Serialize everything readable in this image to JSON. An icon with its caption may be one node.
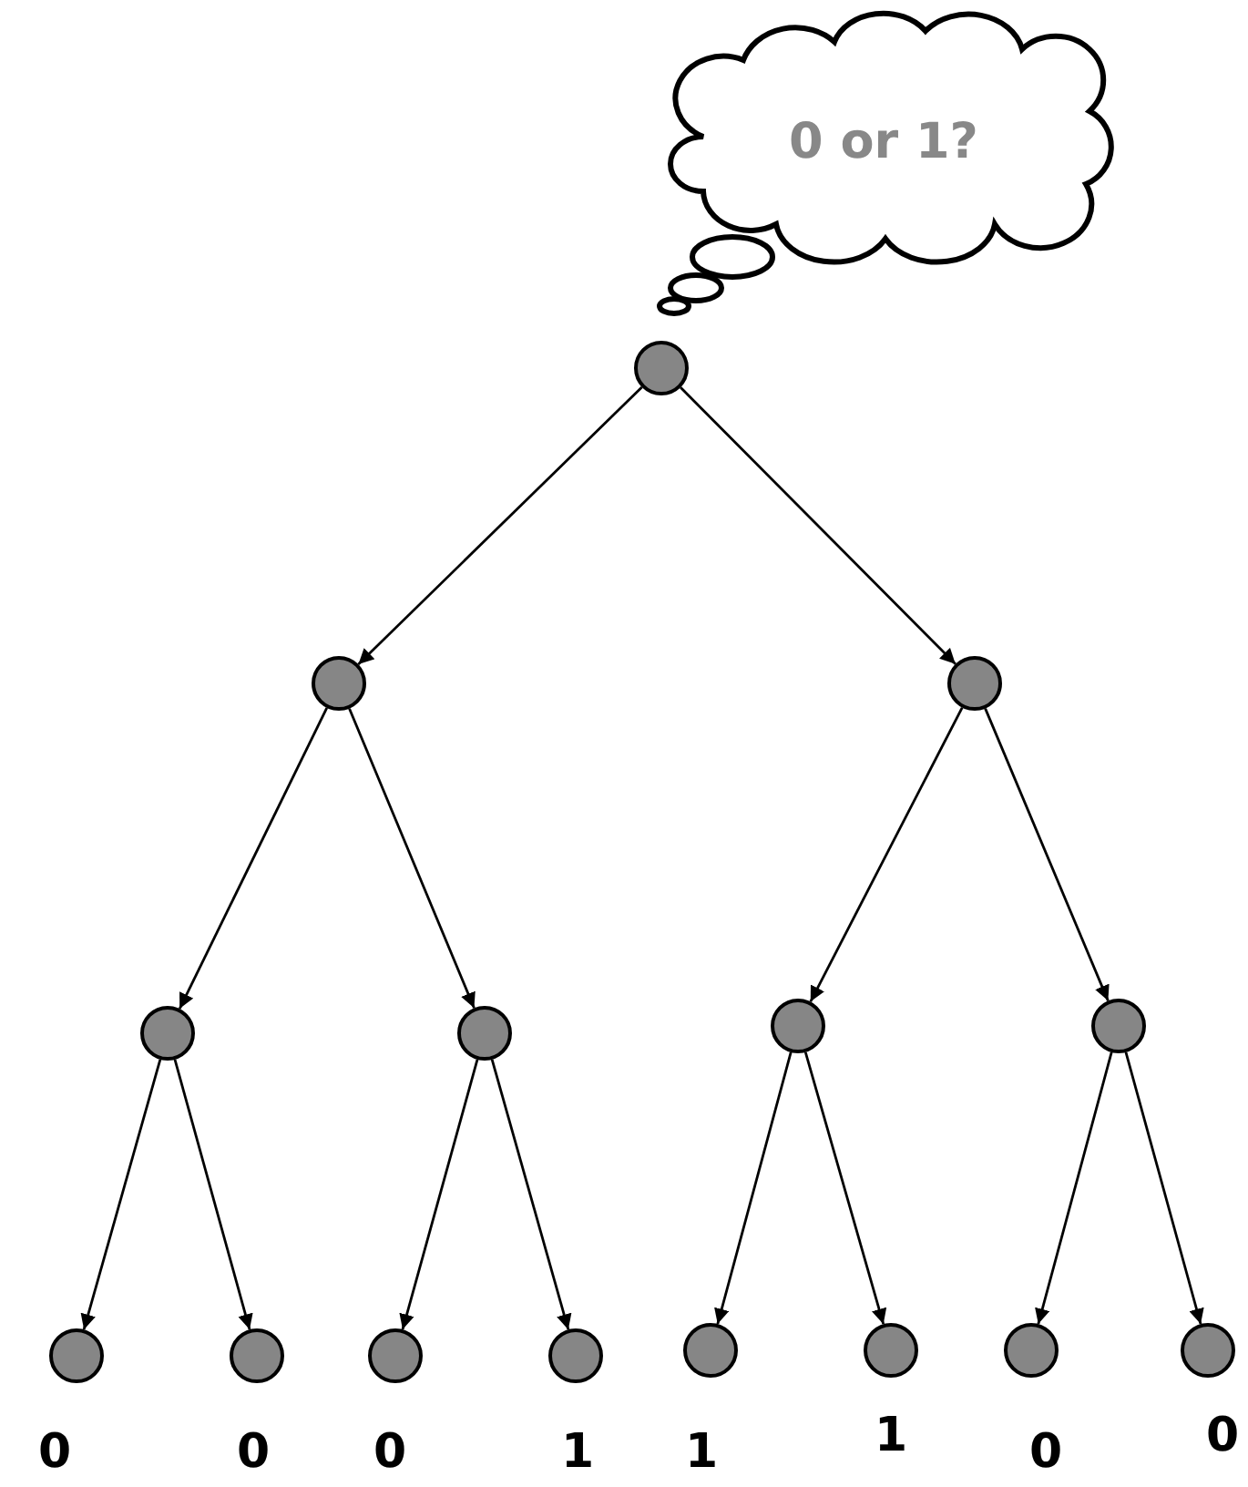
{
  "diagram": {
    "nodes": [
      {
        "text": [
          "0 or 1?"
        ]
      },
      {
        "text": [],
        "shape": "circle"
      },
      {
        "text": [],
        "shape": "circle"
      },
      {
        "text": [],
        "shape": "circle"
      },
      {
        "text": [],
        "shape": "circle"
      },
      {
        "text": [],
        "shape": "circle"
      },
      {
        "text": [],
        "shape": "circle"
      },
      {
        "text": [],
        "shape": "circle"
      },
      {
        "text": [],
        "shape": "circle",
        "beside": [
          "0"
        ]
      },
      {
        "text": [],
        "shape": "circle",
        "beside": [
          "0"
        ]
      },
      {
        "text": [],
        "shape": "circle",
        "beside": [
          "0"
        ]
      },
      {
        "text": [],
        "shape": "circle",
        "beside": [
          "1"
        ]
      },
      {
        "text": [],
        "shape": "circle",
        "beside": [
          "1"
        ]
      },
      {
        "text": [],
        "shape": "circle",
        "beside": [
          "1"
        ]
      },
      {
        "text": [],
        "shape": "circle",
        "beside": [
          "0"
        ]
      },
      {
        "text": [],
        "shape": "circle",
        "beside": [
          "0"
        ]
      }
    ],
    "edges": [
      {
        "from": 1,
        "to": 2,
        "arrow": "to"
      },
      {
        "from": 1,
        "to": 3,
        "arrow": "to"
      },
      {
        "from": 2,
        "to": 4,
        "arrow": "to"
      },
      {
        "from": 2,
        "to": 5,
        "arrow": "to"
      },
      {
        "from": 3,
        "to": 6,
        "arrow": "to"
      },
      {
        "from": 3,
        "to": 7,
        "arrow": "to"
      },
      {
        "from": 4,
        "to": 8,
        "arrow": "to"
      },
      {
        "from": 4,
        "to": 9,
        "arrow": "to"
      },
      {
        "from": 5,
        "to": 10,
        "arrow": "to"
      },
      {
        "from": 5,
        "to": 11,
        "arrow": "to"
      },
      {
        "from": 6,
        "to": 12,
        "arrow": "to"
      },
      {
        "from": 6,
        "to": 13,
        "arrow": "to"
      },
      {
        "from": 7,
        "to": 14,
        "arrow": "to"
      },
      {
        "from": 7,
        "to": 15,
        "arrow": "to"
      }
    ]
  }
}
